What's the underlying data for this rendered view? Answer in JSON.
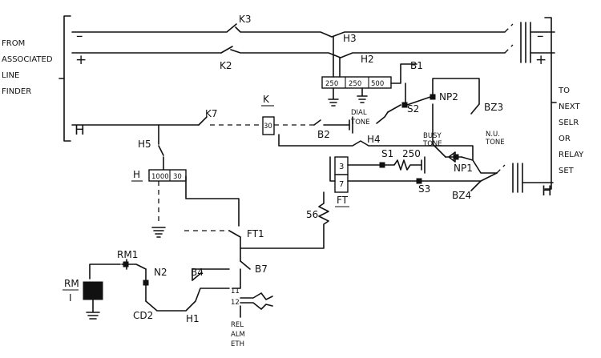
{
  "left_label": [
    "FROM",
    "ASSOCIATED",
    "LINE",
    "FINDER"
  ],
  "right_label": [
    "TO",
    "NEXT",
    "SELR",
    "OR",
    "RELAY",
    "SET"
  ],
  "lines": {
    "minus": "–",
    "plus": "+",
    "minus_right": "–",
    "plus_right": "+",
    "h_left": "H",
    "h_right": "H"
  },
  "relay_contacts": {
    "k3": "K3",
    "k2": "K2",
    "h3": "H3",
    "h2": "H2",
    "b1": "B1",
    "k7": "K7",
    "k": "K",
    "b2": "B2",
    "h4": "H4",
    "h5": "H5",
    "s1": "S1",
    "np1": "NP1",
    "s3": "S3",
    "bz4": "BZ4",
    "np2": "NP2",
    "s2": "S2",
    "bz3": "BZ3",
    "ft1": "FT1",
    "b7": "B7",
    "b4": "B4",
    "n2": "N2",
    "cd2": "CD2",
    "h1": "H1",
    "rm1": "RM1"
  },
  "resistors": {
    "r1": "250",
    "r2": "250",
    "r3": "500",
    "r_busy": "250",
    "r56": "56"
  },
  "coils": {
    "k_coil": "30",
    "h_coil_a": "1000",
    "h_coil_b": "30",
    "ft_a": "3",
    "ft_b": "7"
  },
  "coil_labels": {
    "h": "H",
    "ft": "FT",
    "rm": "RM",
    "rm_sub": "I"
  },
  "tones": {
    "dial": [
      "DIAL",
      "TONE"
    ],
    "busy": [
      "BUSY",
      "TONE"
    ],
    "nu": [
      "N.U.",
      "TONE"
    ]
  },
  "terminals": {
    "t11": "11",
    "t12": "12"
  },
  "alarm": [
    "REL",
    "ALM",
    "ETH"
  ]
}
